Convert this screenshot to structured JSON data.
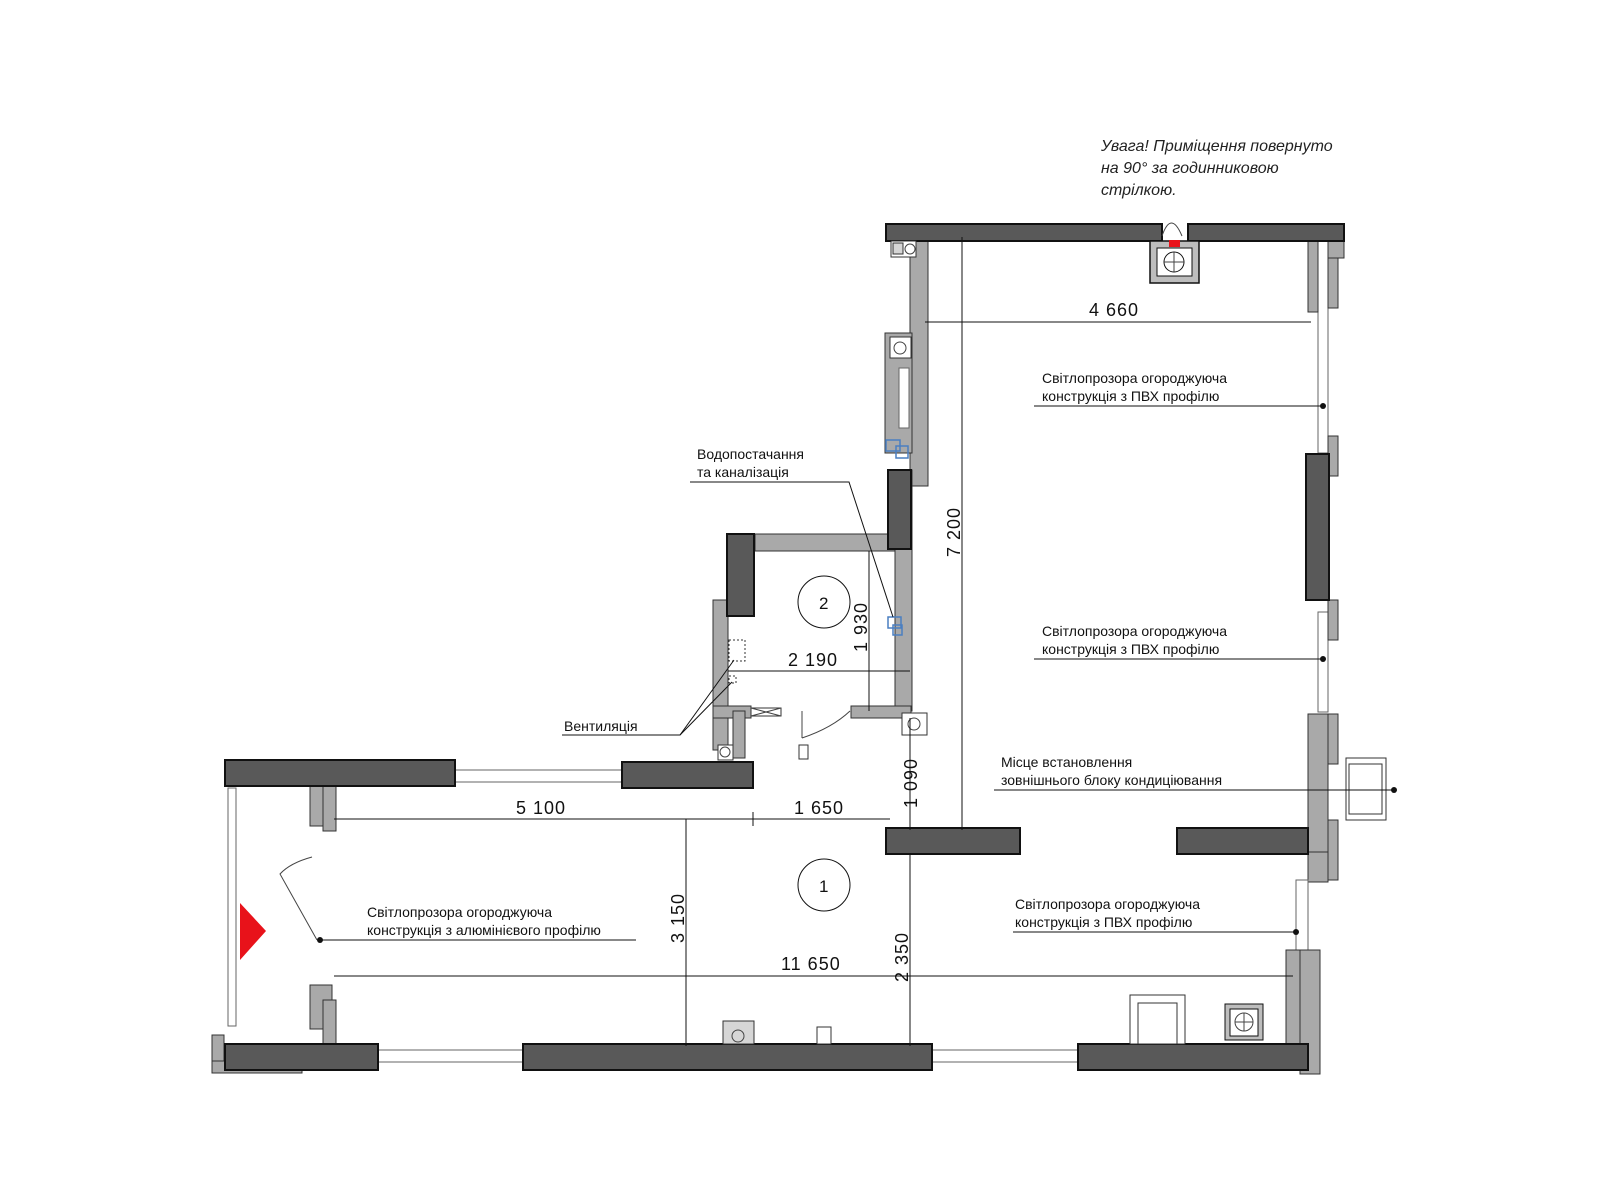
{
  "warning": {
    "line1": "Увага! Приміщення повернуто",
    "line2": "на 90° за годинниковою",
    "line3": "стрілкою."
  },
  "dimensions": {
    "top_width": "4 660",
    "height_right": "7 200",
    "wc_height": "1 930",
    "wc_width": "2 190",
    "corridor": "1 090",
    "left_width": "5 100",
    "mid_width": "1 650",
    "room_height": "3 150",
    "total_width": "11 650",
    "right_height": "2 350"
  },
  "rooms": {
    "room1": "1",
    "room2": "2"
  },
  "labels": {
    "water_1": "Водопостачання",
    "water_2": "та каналізація",
    "ventilation": "Вентиляція",
    "pvc1_1": "Світлопрозора огороджуюча",
    "pvc1_2": "конструкція з ПВХ профілю",
    "pvc2_1": "Світлопрозора огороджуюча",
    "pvc2_2": "конструкція з ПВХ профілю",
    "ac_1": "Місце встановлення",
    "ac_2": "зовнішнього блоку кондиціювання",
    "pvc3_1": "Світлопрозора огороджуюча",
    "pvc3_2": "конструкція з ПВХ профілю",
    "alu_1": "Світлопрозора огороджуюча",
    "alu_2": "конструкція з алюмінієвого профілю"
  },
  "colors": {
    "wall": "#595959",
    "entrance_arrow": "#e8121a",
    "riser_blue": "#4a7fc1"
  }
}
